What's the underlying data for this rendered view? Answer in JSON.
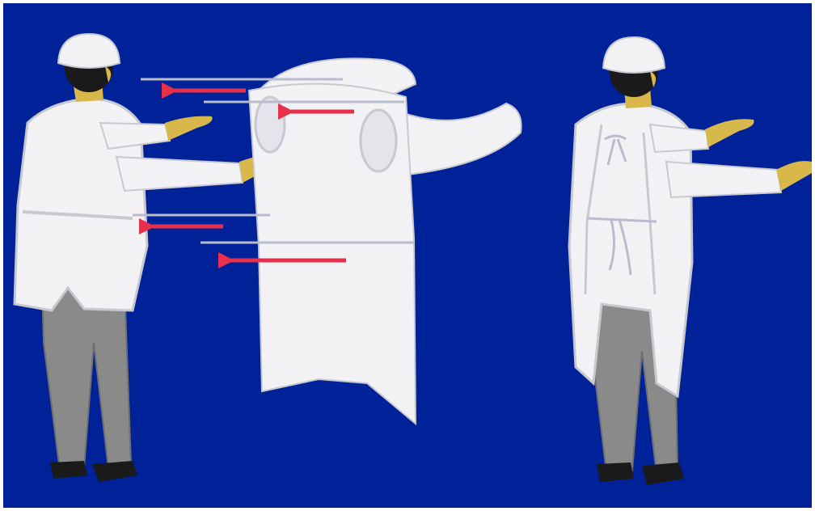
{
  "scene": {
    "background_color": "#002299",
    "arrow_color": "#e8304a",
    "gown_color": "#f2f2f4",
    "gown_outline": "#c8c8d0",
    "skin_color": "#d8b84a",
    "trousers_color": "#8a8a8a",
    "shoe_color": "#1a1a1a",
    "guide_line_color": "#b8bccc"
  },
  "panels": [
    {
      "name": "donning-gown-step",
      "arrows": 4,
      "direction": "left"
    },
    {
      "name": "gown-tied-step",
      "arrows": 0
    }
  ]
}
